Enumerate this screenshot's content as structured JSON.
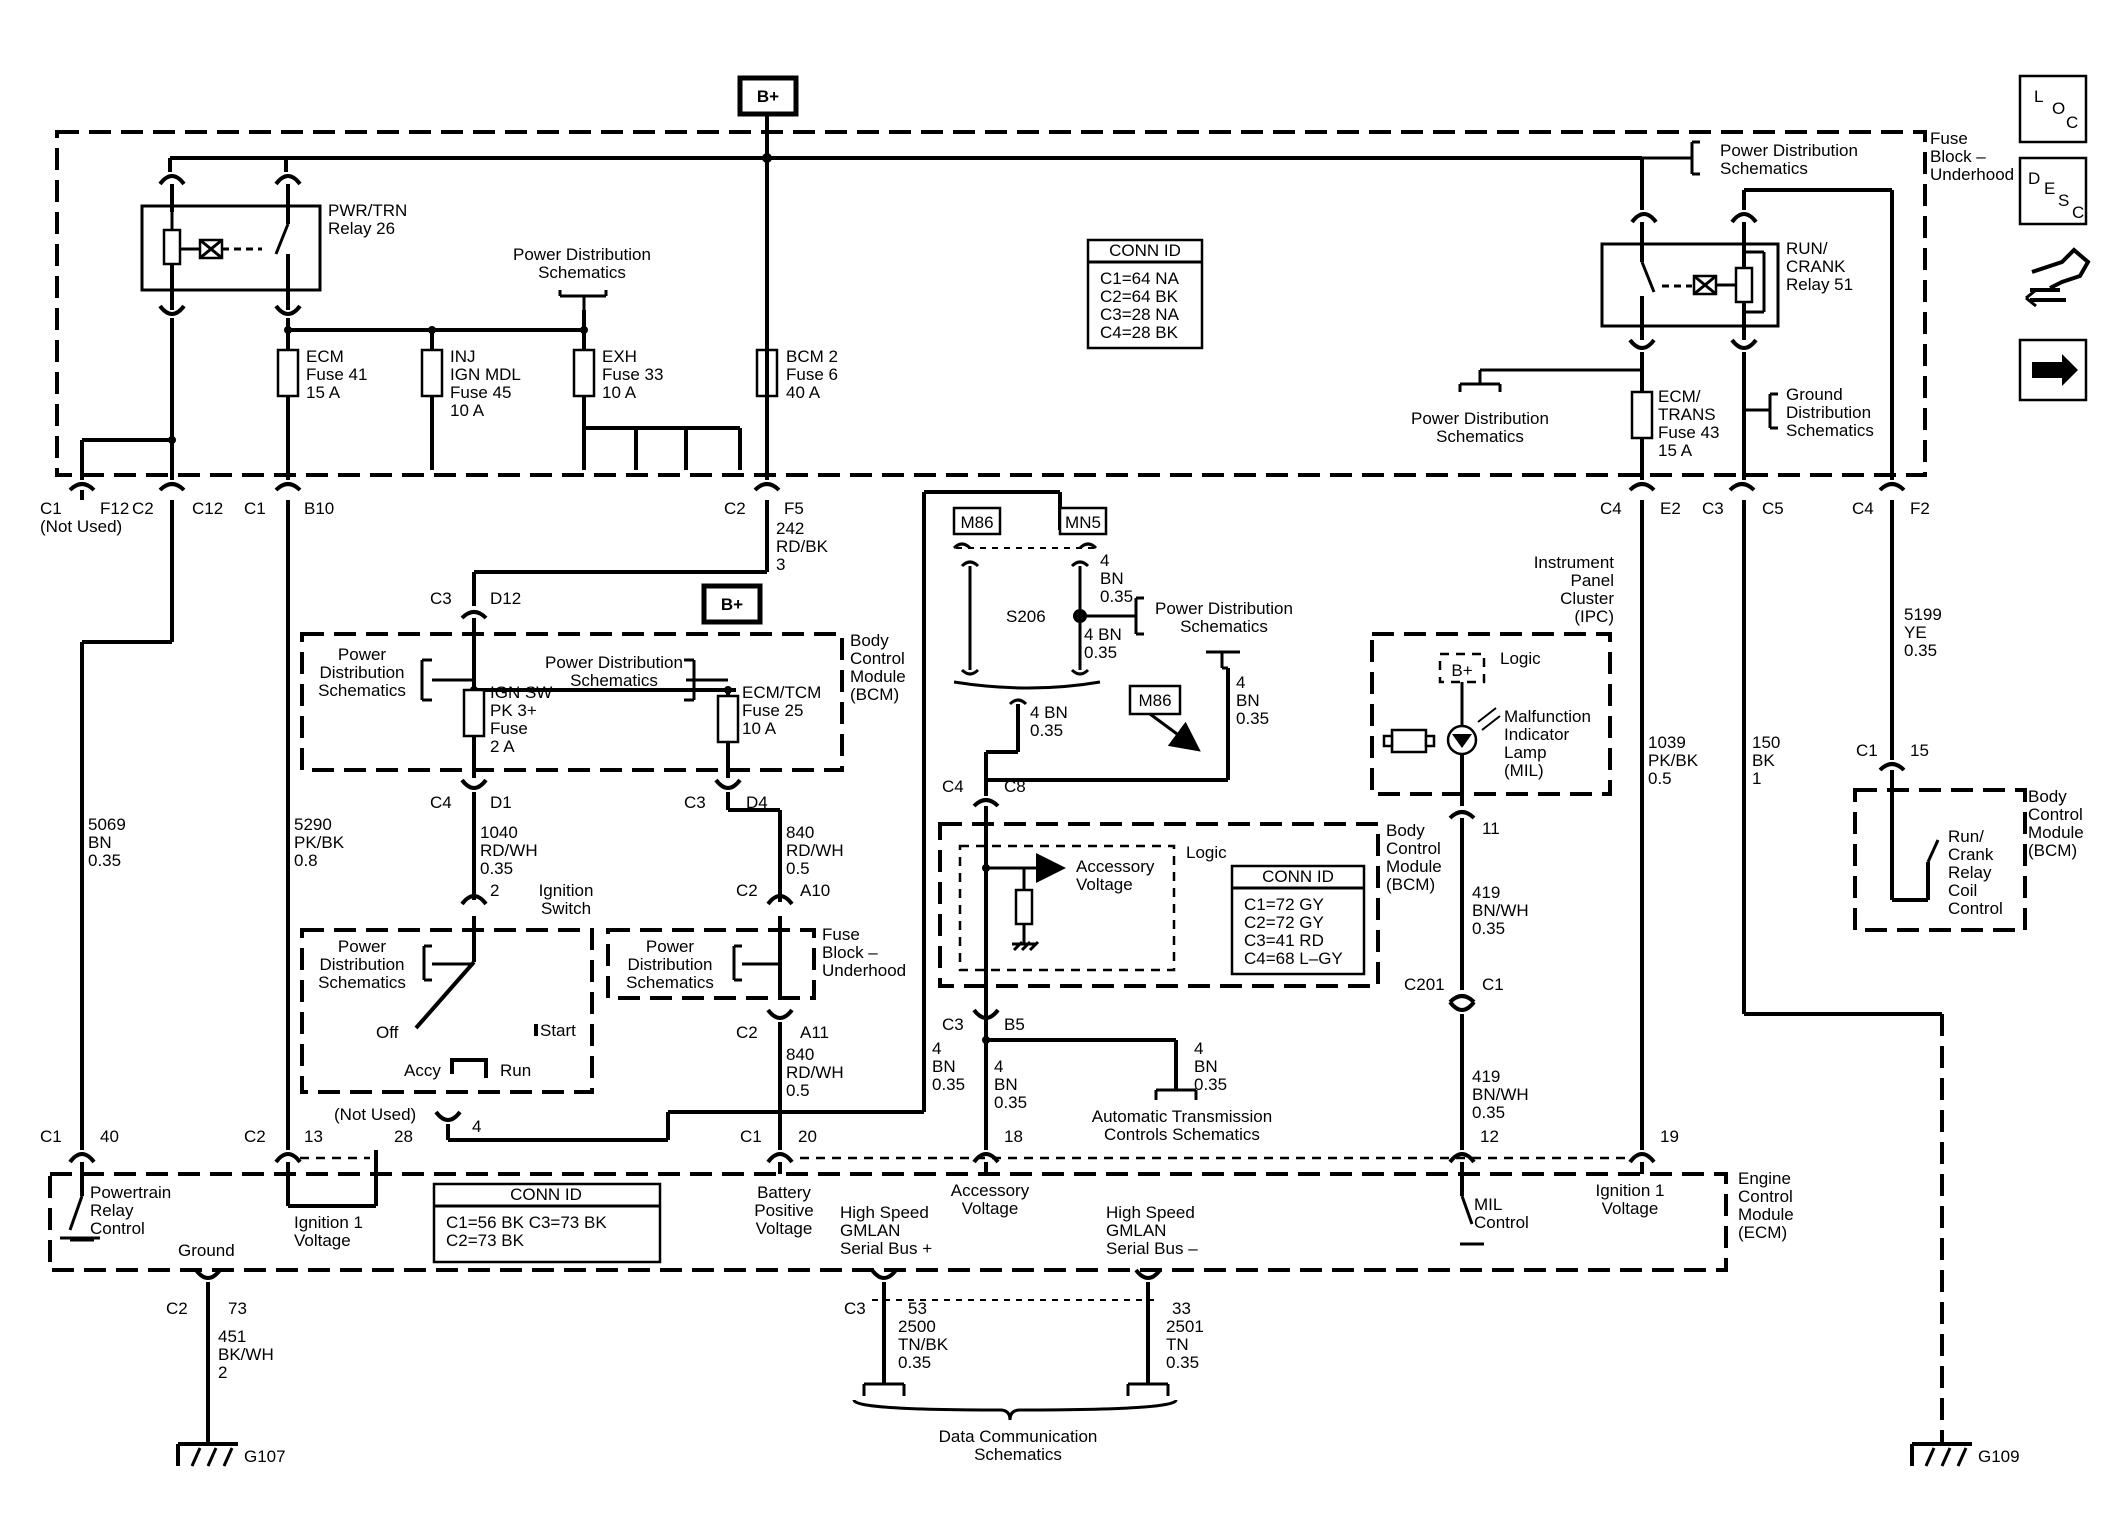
{
  "labels": {
    "bplus_top": "B+",
    "bplus_mid": "B+",
    "fuse_block_underhood_top": [
      "Fuse",
      "Block –",
      "Underhood"
    ],
    "pds_top_right": [
      "Power Distribution",
      "Schematics"
    ],
    "pwr_trn_relay": [
      "PWR/TRN",
      "Relay 26"
    ],
    "pds_top_mid": [
      "Power Distribution",
      "Schematics"
    ],
    "fuse_ecm": [
      "ECM",
      "Fuse 41",
      "15 A"
    ],
    "fuse_inj": [
      "INJ",
      "IGN MDL",
      "Fuse 45",
      "10 A"
    ],
    "fuse_exh": [
      "EXH",
      "Fuse 33",
      "10 A"
    ],
    "fuse_bcm": [
      "BCM 2",
      "Fuse 6",
      "40 A"
    ],
    "conn_id_top": {
      "title": "CONN ID",
      "rows": [
        "C1=64 NA",
        "C2=64 BK",
        "C3=28 NA",
        "C4=28 BK"
      ]
    },
    "run_crank_relay": [
      "RUN/",
      "CRANK",
      "Relay 51"
    ],
    "fuse_ecm_trans": [
      "ECM/",
      "TRANS",
      "Fuse 43",
      "15 A"
    ],
    "pds_ecm_trans": [
      "Power Distribution",
      "Schematics"
    ],
    "ground_dist": [
      "Ground",
      "Distribution",
      "Schematics"
    ],
    "c1_not_used": [
      "C1",
      "(Not Used)"
    ],
    "f12": "F12",
    "c2_c12": [
      "C2",
      "C12"
    ],
    "c1_b10": [
      "C1",
      "B10"
    ],
    "c2_f5": [
      "C2",
      "F5"
    ],
    "wire_242": [
      "242",
      "RD/BK",
      "3"
    ],
    "c3_d12": [
      "C3",
      "D12"
    ],
    "c4_e2": [
      "C4",
      "E2"
    ],
    "c3_c5": [
      "C3",
      "C5"
    ],
    "c4_f2": [
      "C4",
      "F2"
    ],
    "m86_box": "M86",
    "mn5_box": "MN5",
    "wire_4bn_top": [
      "4",
      "BN",
      "0.35"
    ],
    "s206": "S206",
    "wire_4bn_s206": [
      "4 BN",
      "0.35"
    ],
    "pds_s206": [
      "Power Distribution",
      "Schematics"
    ],
    "m86_tag": "M86",
    "wire_4bn_right": [
      "4",
      "BN",
      "0.35"
    ],
    "wire_4bn_below": [
      "4 BN",
      "0.35"
    ],
    "bcm_mid": [
      "Body",
      "Control",
      "Module",
      "(BCM)"
    ],
    "pds_bcm_left": [
      "Power",
      "Distribution",
      "Schematics"
    ],
    "pds_bcm_mid": [
      "Power Distribution",
      "Schematics"
    ],
    "fuse_ign_sw": [
      "IGN SW",
      "PK 3+",
      "Fuse",
      "2 A"
    ],
    "fuse_ecm_tcm": [
      "ECM/TCM",
      "Fuse 25",
      "10 A"
    ],
    "c4_d1": [
      "C4",
      "D1"
    ],
    "c3_d4": [
      "C3",
      "D4"
    ],
    "wire_1040": [
      "1040",
      "RD/WH",
      "0.35"
    ],
    "wire_840_top": [
      "840",
      "RD/WH",
      "0.5"
    ],
    "pin_2": "2",
    "ignition_switch": [
      "Ignition",
      "Switch"
    ],
    "c2_a10": [
      "C2",
      "A10"
    ],
    "pds_ign_sw": [
      "Power",
      "Distribution",
      "Schematics"
    ],
    "switch_pos": {
      "off": "Off",
      "start": "Start",
      "accy": "Accy",
      "run": "Run"
    },
    "pds_fuse_block": [
      "Power",
      "Distribution",
      "Schematics"
    ],
    "fuse_block_underhood_mid": [
      "Fuse",
      "Block –",
      "Underhood"
    ],
    "c2_a11": [
      "C2",
      "A11"
    ],
    "wire_840_bot": [
      "840",
      "RD/WH",
      "0.5"
    ],
    "wire_5069": [
      "5069",
      "BN",
      "0.35"
    ],
    "wire_5290": [
      "5290",
      "PK/BK",
      "0.8"
    ],
    "c4_c8": [
      "C4",
      "C8"
    ],
    "bcm_logic": "Logic",
    "accessory_voltage_bcm": [
      "Accessory",
      "Voltage"
    ],
    "conn_id_bcm": {
      "title": "CONN ID",
      "rows": [
        "C1=72 GY",
        "C2=72 GY",
        "C3=41 RD",
        "C4=68 L–GY"
      ]
    },
    "bcm_right": [
      "Body",
      "Control",
      "Module",
      "(BCM)"
    ],
    "c3_b5": [
      "C3",
      "B5"
    ],
    "wire_4bn_left": [
      "4",
      "BN",
      "0.35"
    ],
    "wire_4bn_center": [
      "4",
      "BN",
      "0.35"
    ],
    "wire_4bn_atcs": [
      "4",
      "BN",
      "0.35"
    ],
    "atcs": [
      "Automatic Transmission",
      "Controls Schematics"
    ],
    "ipc": [
      "Instrument",
      "Panel",
      "Cluster",
      "(IPC)"
    ],
    "ipc_bplus": "B+",
    "ipc_logic": "Logic",
    "mil": [
      "Malfunction",
      "Indicator",
      "Lamp",
      "(MIL)"
    ],
    "pin_11": "11",
    "wire_419_top": [
      "419",
      "BN/WH",
      "0.35"
    ],
    "c201_c1": [
      "C201",
      "C1"
    ],
    "wire_419_bot": [
      "419",
      "BN/WH",
      "0.35"
    ],
    "wire_1039": [
      "1039",
      "PK/BK",
      "0.5"
    ],
    "wire_150": [
      "150",
      "BK",
      "1"
    ],
    "wire_5199": [
      "5199",
      "YE",
      "0.35"
    ],
    "c1_15": [
      "C1",
      "15"
    ],
    "bcm_far_right": [
      "Body",
      "Control",
      "Module",
      "(BCM)"
    ],
    "run_crank_relay_ctrl": [
      "Run/",
      "Crank",
      "Relay",
      "Coil",
      "Control"
    ],
    "not_used_28": "(Not Used)",
    "pins_ecm": {
      "c1": "C1",
      "p40": "40",
      "c2": "C2",
      "p13": "13",
      "p28": "28",
      "p4": "4",
      "c1b": "C1",
      "p20": "20",
      "p18": "18",
      "p12": "12",
      "p19": "19"
    },
    "ecm_block": [
      "Engine",
      "Control",
      "Module",
      "(ECM)"
    ],
    "powertrain_relay": [
      "Powertrain",
      "Relay",
      "Control"
    ],
    "ground_label": "Ground",
    "ignition1_left": [
      "Ignition 1",
      "Voltage"
    ],
    "conn_id_ecm": {
      "title": "CONN ID",
      "rows": [
        "C1=56 BK  C3=73 BK",
        "C2=73 BK"
      ]
    },
    "battery_positive": [
      "Battery",
      "Positive",
      "Voltage"
    ],
    "hs_gmlan_plus": [
      "High Speed",
      "GMLAN",
      "Serial Bus +"
    ],
    "accessory_voltage_ecm": [
      "Accessory",
      "Voltage"
    ],
    "hs_gmlan_minus": [
      "High Speed",
      "GMLAN",
      "Serial Bus –"
    ],
    "mil_control": [
      "MIL",
      "Control"
    ],
    "ignition1_right": [
      "Ignition 1",
      "Voltage"
    ],
    "c2_73": [
      "C2",
      "73"
    ],
    "wire_451": [
      "451",
      "BK/WH",
      "2"
    ],
    "g107": "G107",
    "c3_53": [
      "C3",
      "53"
    ],
    "wire_2500": [
      "2500",
      "TN/BK",
      "0.35"
    ],
    "p33": "33",
    "wire_2501": [
      "2501",
      "TN",
      "0.35"
    ],
    "data_comm": [
      "Data Communication",
      "Schematics"
    ],
    "g109": "G109",
    "loc_icon": [
      "L",
      "O",
      "C"
    ],
    "desc_icon": [
      "D",
      "E",
      "S",
      "C"
    ]
  }
}
